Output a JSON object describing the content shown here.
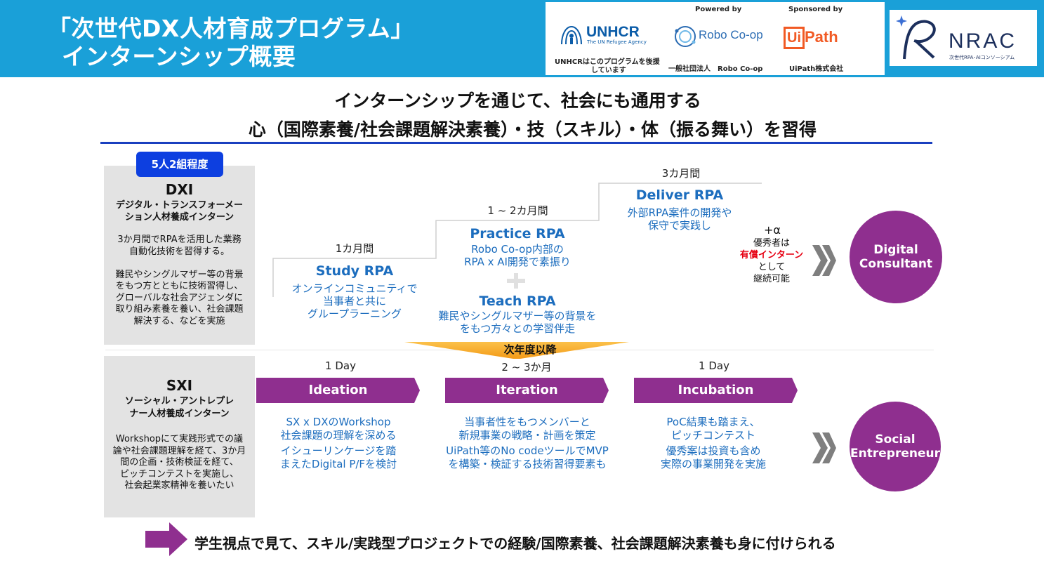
{
  "header": {
    "title_line1": "「次世代DX人材育成プログラム」",
    "title_line2": "インターンシップ概要",
    "sponsors": {
      "powered_by": "Powered by",
      "sponsored_by": "Sponsored by",
      "unhcr_name": "UNHCR",
      "unhcr_tagline": "The UN Refugee Agency",
      "unhcr_caption_1": "UNHCRはこのプログラムを後援",
      "unhcr_caption_2": "しています",
      "robocoop_name": "Robo Co-op",
      "robocoop_caption": "一般社団法人　Robo Co-op",
      "uipath_boxed": "Ui",
      "uipath_rest": "Path",
      "uipath_caption": "UiPath株式会社"
    },
    "nrac": {
      "name": "NRAC",
      "subtitle": "次世代RPA･AIコンソーシアム"
    }
  },
  "headline": {
    "line1": "インターンシップを通じて、社会にも通用する",
    "line2": "心（国際素養/社会課題解決素養）・技（スキル）・体（振る舞い）を習得"
  },
  "badge": "5人2組程度",
  "dxi": {
    "title": "DXI",
    "subtitle_1": "デジタル・トランスフォーメー",
    "subtitle_2": "ション人材養成インターン",
    "body": [
      "3か月間でRPAを活用した業務",
      "自動化技術を習得する。",
      "",
      "難民やシングルマザー等の背景",
      "をもつ方とともに技術習得し、",
      "グローバルな社会アジェンダに",
      "取り組み素養を養い、社会課題",
      "解決する、などを実施"
    ],
    "stages": {
      "study": {
        "duration": "1カ月間",
        "title": "Study RPA",
        "desc": [
          "オンラインコミュニティで",
          "当事者と共に",
          "グループラーニング"
        ]
      },
      "practice": {
        "duration": "1 ~ 2カ月間",
        "title": "Practice RPA",
        "desc": [
          "Robo Co-op内部の",
          "RPA x AI開発で素振り"
        ]
      },
      "teach": {
        "title": "Teach RPA",
        "desc": [
          "難民やシングルマザー等の背景を",
          "をもつ方々との学習伴走"
        ]
      },
      "deliver": {
        "duration": "3カ月間",
        "title": "Deliver RPA",
        "desc": [
          "外部RPA案件の開発や",
          "保守で実践し"
        ]
      }
    },
    "plus_alpha": "+α",
    "excellent_1": "優秀者は",
    "excellent_paid": "有償インターン",
    "excellent_2": "として",
    "excellent_3": "継続可能",
    "outcome": [
      "Digital",
      "Consultant"
    ]
  },
  "next_year": "次年度以降",
  "sxi": {
    "title": "SXI",
    "subtitle_1": "ソーシャル・アントレプレ",
    "subtitle_2": "ナー人材養成インターン",
    "body": [
      "Workshopにて実践形式での議",
      "論や社会課題理解を経て、3か月",
      "間の企画・技術検証を経て、",
      "ピッチコンテストを実施し、",
      "社会起業家精神を養いたい"
    ],
    "phases": [
      {
        "duration": "1 Day",
        "label": "Ideation",
        "desc": [
          "SX x DXのWorkshop",
          "社会課題の理解を深める",
          "イシューリンケージを踏",
          "まえたDigital P/Fを検討"
        ]
      },
      {
        "duration": "2 ~ 3か月",
        "label": "Iteration",
        "desc": [
          "当事者性をもつメンバーと",
          "新規事業の戦略・計画を策定",
          "UiPath等のNo codeツールでMVP",
          "を構築・検証する技術習得要素も"
        ]
      },
      {
        "duration": "1 Day",
        "label": "Incubation",
        "desc": [
          "PoC結果も踏まえ、",
          "ピッチコンテスト",
          "優秀案は投資も含め",
          "実際の事業開発を実施"
        ]
      }
    ],
    "outcome": [
      "Social",
      "Entrepreneur"
    ]
  },
  "footer": "学生視点で見て、スキル/実践型プロジェクトでの経験/国際素養、社会課題解決素養も身に付けられる",
  "colors": {
    "header_bg": "#1aa0d8",
    "badge": "#0d3fe0",
    "accent_blue": "#1c6dbe",
    "purple": "#8f2f8f",
    "banner_orange": "#f5a623",
    "paid_red": "#e60012"
  }
}
